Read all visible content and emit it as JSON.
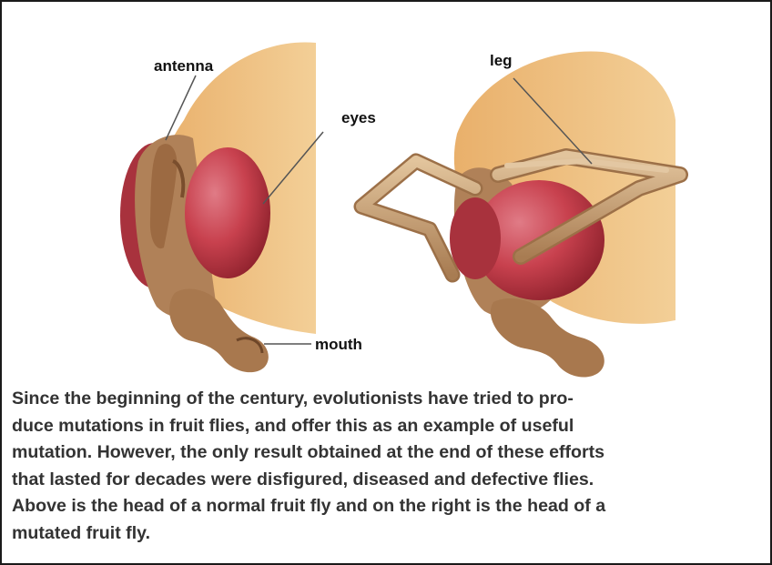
{
  "labels": {
    "antenna": "antenna",
    "eyes": "eyes",
    "mouth": "mouth",
    "leg": "leg"
  },
  "caption_lines": [
    "Since the beginning of the century, evolutionists have tried to pro-",
    "duce mutations in fruit flies, and offer this as an example of useful",
    "mutation. However, the only result obtained at the end of these efforts",
    "that lasted for decades were disfigured, diseased and defective flies.",
    "Above is the head of a normal fruit fly and on the right is the head of a",
    "mutated fruit fly."
  ],
  "colors": {
    "eye": "#b8313d",
    "leg": "#caa27a",
    "body": "#eeb872",
    "mouthparts": "#a8784e"
  }
}
